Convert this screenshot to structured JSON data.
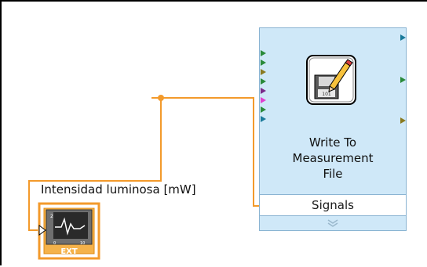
{
  "block_diagram": {
    "express_vi": {
      "title_lines": [
        "Write To",
        "Measurement",
        "File"
      ],
      "signals_label": "Signals",
      "icon": "file-write-pencil-icon",
      "colors": {
        "body": "#cfe8f8",
        "border": "#8ab4d2"
      }
    },
    "control": {
      "label": "Intensidad luminosa [mW]",
      "icon": "waveform-express-icon",
      "badge": "EXT",
      "tick_labels": [
        "2",
        "0",
        "10"
      ]
    },
    "wire": {
      "type": "dynamic-data",
      "color": "#f39a2b"
    },
    "input_terminal_colors": [
      "#2a8a3a",
      "#2a8a3a",
      "#8a7a20",
      "#7a2a8a",
      "#e040d0",
      "#2a8a3a",
      "#1a7a9a"
    ],
    "output_terminal_colors": [
      "#1a7a9a",
      "#2a8a3a",
      "#8a7a20"
    ]
  }
}
